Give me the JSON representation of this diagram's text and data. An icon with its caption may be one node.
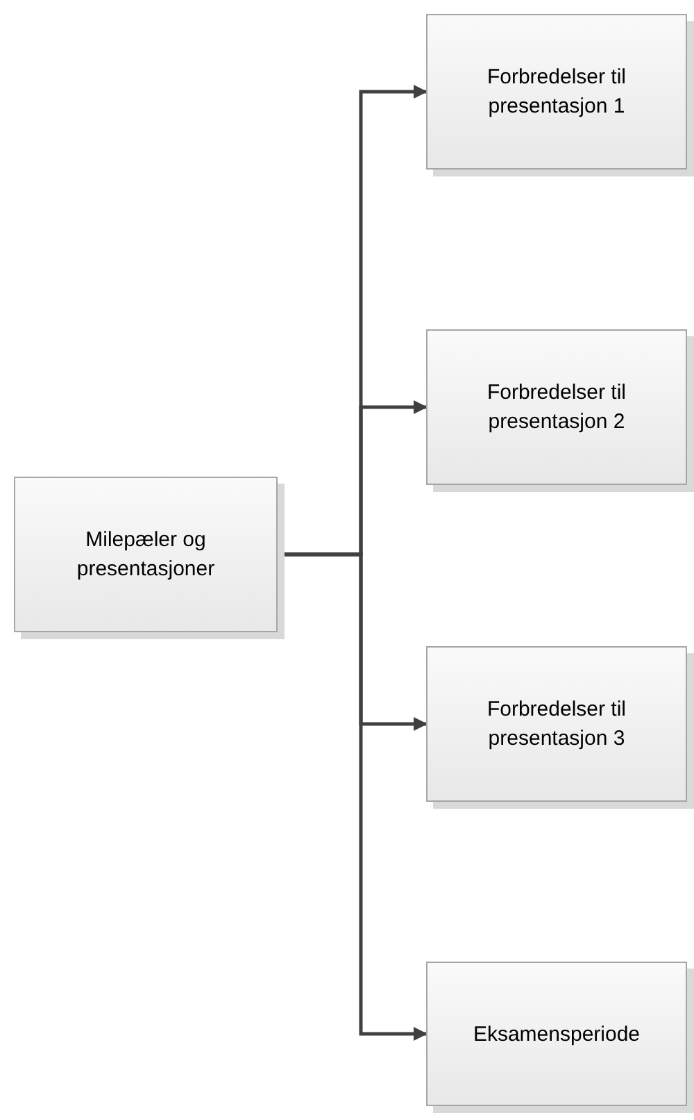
{
  "diagram": {
    "nodes": [
      {
        "text": [
          "Milepæler og presentasjoner"
        ]
      },
      {
        "text": [
          "Forbredelser til presentasjon 1"
        ]
      },
      {
        "text": [
          "Forbredelser til presentasjon 2"
        ]
      },
      {
        "text": [
          "Forbredelser til presentasjon 3"
        ]
      },
      {
        "text": [
          "Eksamensperiode"
        ]
      }
    ],
    "edges": [
      {
        "from": 0,
        "to": 1,
        "arrow": "to"
      },
      {
        "from": 0,
        "to": 2,
        "arrow": "to"
      },
      {
        "from": 0,
        "to": 3,
        "arrow": "to"
      },
      {
        "from": 0,
        "to": 4,
        "arrow": "to"
      }
    ]
  }
}
